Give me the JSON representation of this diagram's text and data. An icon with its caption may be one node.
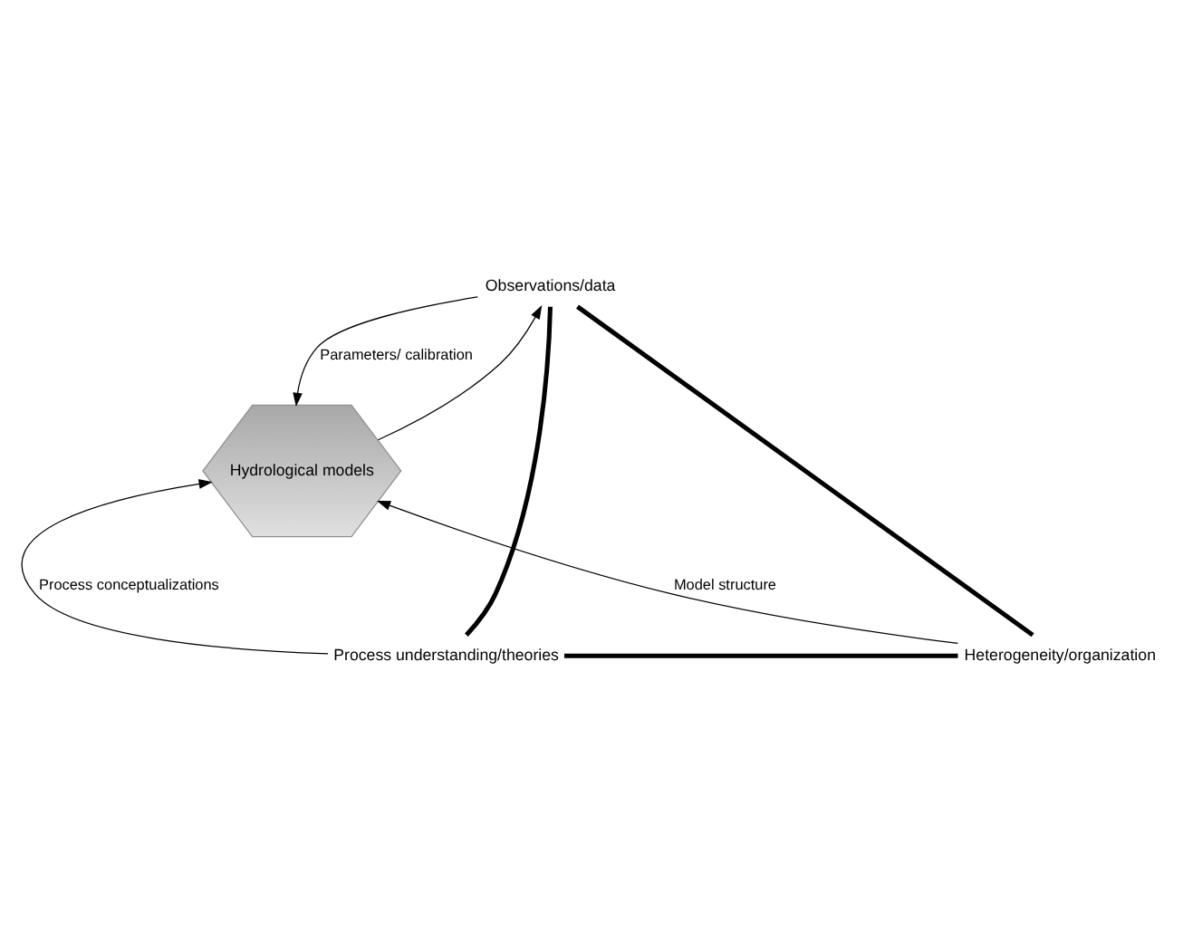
{
  "diagram": {
    "nodes": [
      {
        "text": [
          "Observations/data"
        ]
      },
      {
        "text": [
          "Hydrological models"
        ]
      },
      {
        "text": [
          "Process understanding/theories"
        ]
      },
      {
        "text": [
          "Heterogeneity/organization"
        ]
      }
    ],
    "edges": [
      {
        "from": 0,
        "to": 1,
        "arrow": "to",
        "label": "Parameters/ calibration"
      },
      {
        "from": 1,
        "to": 0,
        "arrow": "to"
      },
      {
        "from": 2,
        "to": 1,
        "arrow": "to",
        "label": "Process conceptualizations"
      },
      {
        "from": 3,
        "to": 1,
        "arrow": "to",
        "label": "Model structure"
      },
      {
        "from": 0,
        "to": 2,
        "arrow": "none",
        "style": "thick"
      },
      {
        "from": 0,
        "to": 3,
        "arrow": "none",
        "style": "thick"
      },
      {
        "from": 2,
        "to": 3,
        "arrow": "none",
        "style": "thick"
      }
    ]
  }
}
